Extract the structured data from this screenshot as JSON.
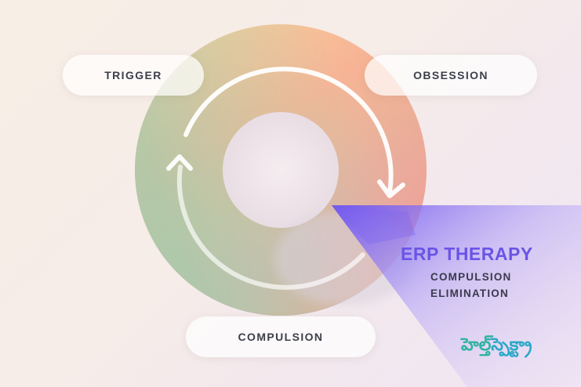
{
  "cycle": {
    "stages": {
      "trigger": "TRIGGER",
      "obsession": "OBSESSION",
      "compulsion": "COMPULSION"
    }
  },
  "erp": {
    "title": "ERP THERAPY",
    "subtitle_line1": "COMPULSION",
    "subtitle_line2": "ELIMINATION"
  },
  "brand": {
    "part1": "హెల్త్",
    "part2": "స్పెక్ట్రా"
  },
  "colors": {
    "ring_top": "#f9cf8f",
    "ring_right": "#f7a88e",
    "ring_left": "#b5c6a4",
    "ring_bottom": "#9cc0f3",
    "beam": "#7257f0",
    "erp_title": "#6a54e6",
    "brand_teal": "#30b3a2",
    "brand_blue": "#2aa8c9"
  }
}
